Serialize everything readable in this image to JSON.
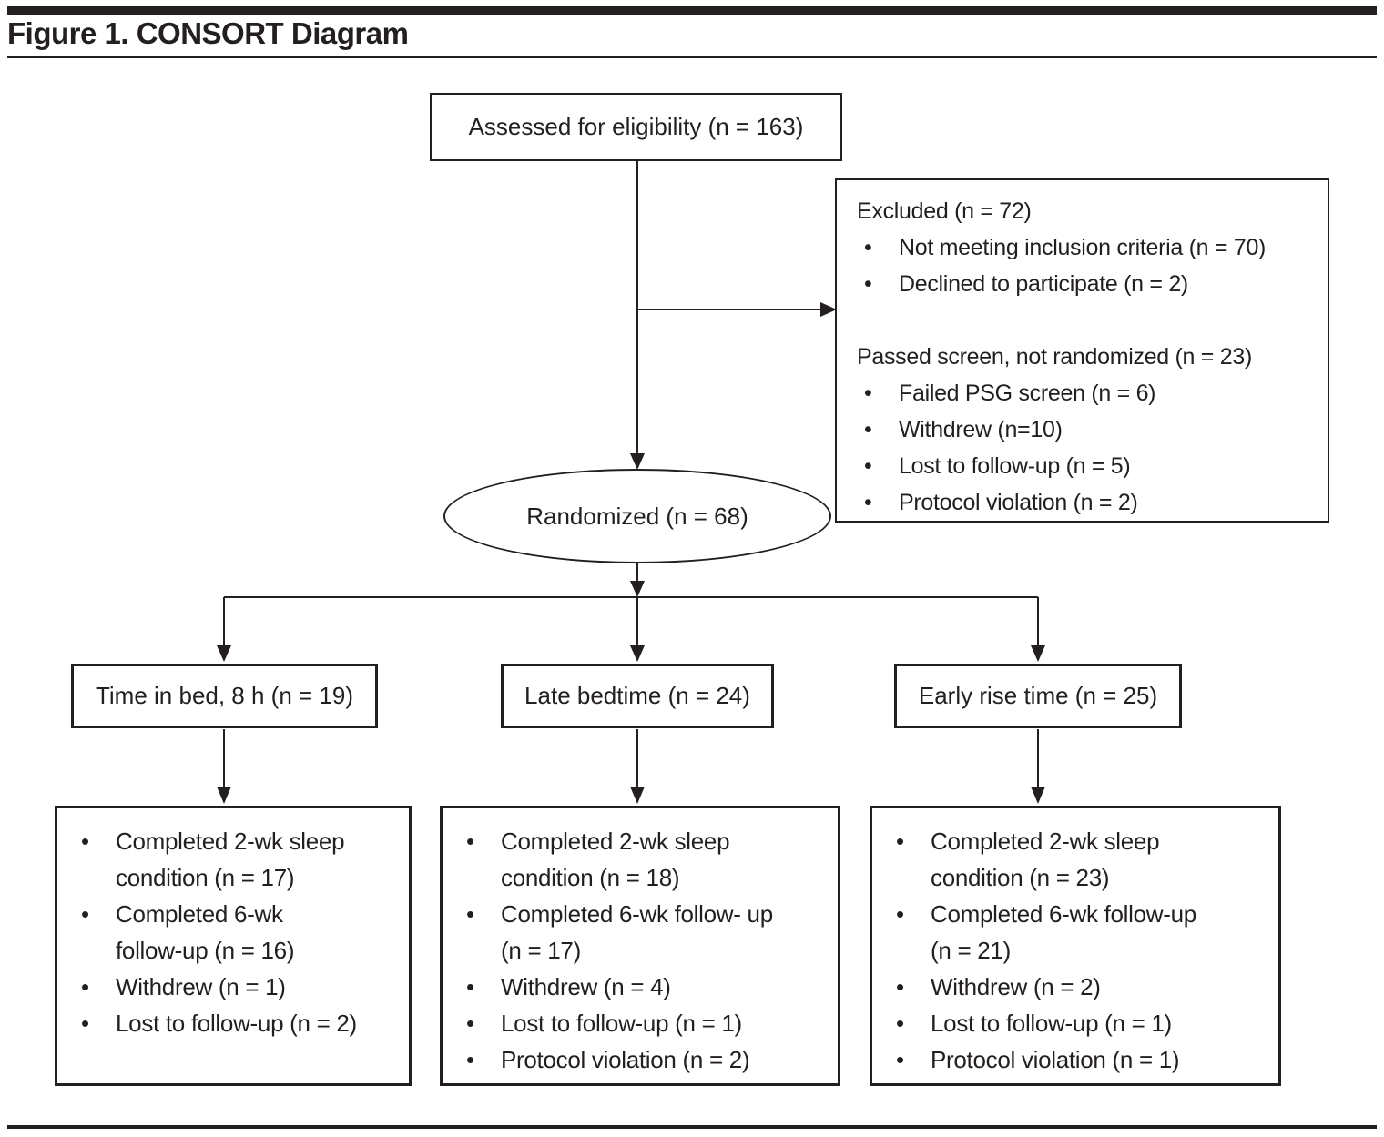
{
  "title": "Figure 1. CONSORT Diagram",
  "flow": {
    "assessed_label": "Assessed for eligibility (n = 163)",
    "excluded": {
      "heading": "Excluded (n = 72)",
      "reasons": [
        "Not meeting inclusion criteria (n = 70)",
        "Declined to participate (n = 2)"
      ],
      "subheading": "Passed screen, not randomized (n = 23)",
      "sub_reasons": [
        "Failed PSG screen (n = 6)",
        "Withdrew (n=10)",
        "Lost to follow-up (n = 5)",
        "Protocol violation (n = 2)"
      ]
    },
    "randomized_label": "Randomized (n = 68)",
    "arms": [
      {
        "label": "Time in bed, 8 h (n = 19)",
        "outcomes": [
          "Completed 2-wk sleep\ncondition (n = 17)",
          "Completed 6-wk\nfollow-up (n = 16)",
          "Withdrew (n = 1)",
          "Lost to follow-up (n = 2)"
        ]
      },
      {
        "label": "Late bedtime (n = 24)",
        "outcomes": [
          "Completed 2-wk sleep\ncondition (n = 18)",
          "Completed 6-wk follow- up\n(n = 17)",
          "Withdrew (n = 4)",
          "Lost to follow-up (n = 1)",
          "Protocol violation (n = 2)"
        ]
      },
      {
        "label": "Early rise time (n = 25)",
        "outcomes": [
          "Completed 2-wk sleep\ncondition (n = 23)",
          "Completed 6-wk follow-up\n(n = 21)",
          "Withdrew (n = 2)",
          "Lost to follow-up (n = 1)",
          "Protocol violation (n = 1)"
        ]
      }
    ]
  },
  "colors": {
    "ink": "#231f20",
    "background": "#ffffff"
  }
}
